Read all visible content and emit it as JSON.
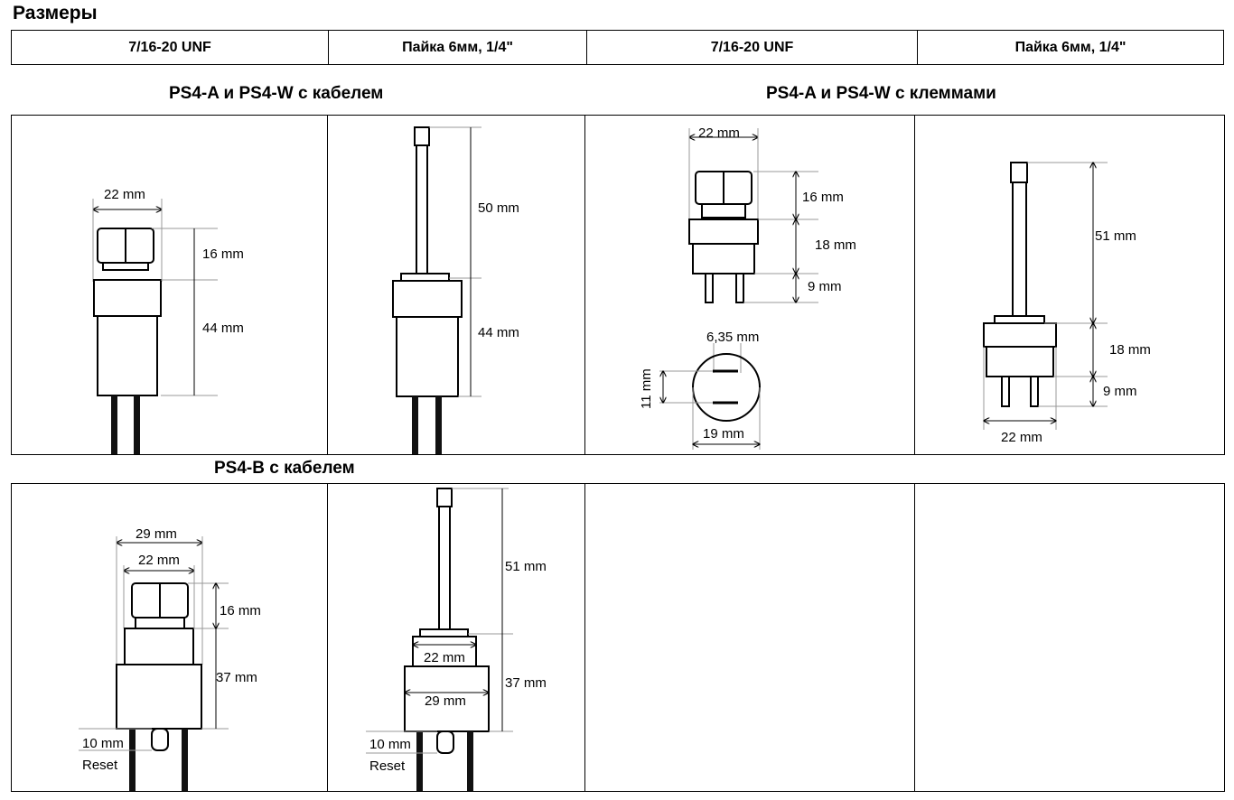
{
  "page_title": "Размеры",
  "header_cells": [
    "7/16-20 UNF",
    "Пайка 6мм, 1/4\"",
    "7/16-20 UNF",
    "Пайка 6мм, 1/4\""
  ],
  "sections": {
    "cable": "PS4-A и PS4-W с кабелем",
    "terminals": "PS4-A и PS4-W с клеммами",
    "b_cable": "PS4-B с кабелем"
  },
  "dims": {
    "cable_unf": {
      "width": "22 mm",
      "nut": "16 mm",
      "body": "44 mm"
    },
    "cable_solder": {
      "tube": "50 mm",
      "body": "44 mm"
    },
    "term_unf": {
      "width": "22 mm",
      "nut": "16 mm",
      "body": "18 mm",
      "pins": "9 mm",
      "pin_spacing": "6,35 mm",
      "pin_width": "11 mm",
      "diameter": "19 mm"
    },
    "term_solder": {
      "tube": "51 mm",
      "body": "18 mm",
      "pins": "9 mm",
      "width": "22 mm"
    },
    "b_unf": {
      "outer": "29 mm",
      "inner": "22 mm",
      "nut": "16 mm",
      "body": "37 mm",
      "reset_dim": "10 mm",
      "reset": "Reset"
    },
    "b_solder": {
      "tube": "51 mm",
      "inner": "22 mm",
      "body": "37 mm",
      "outer": "29 mm",
      "reset_dim": "10 mm",
      "reset": "Reset"
    }
  }
}
